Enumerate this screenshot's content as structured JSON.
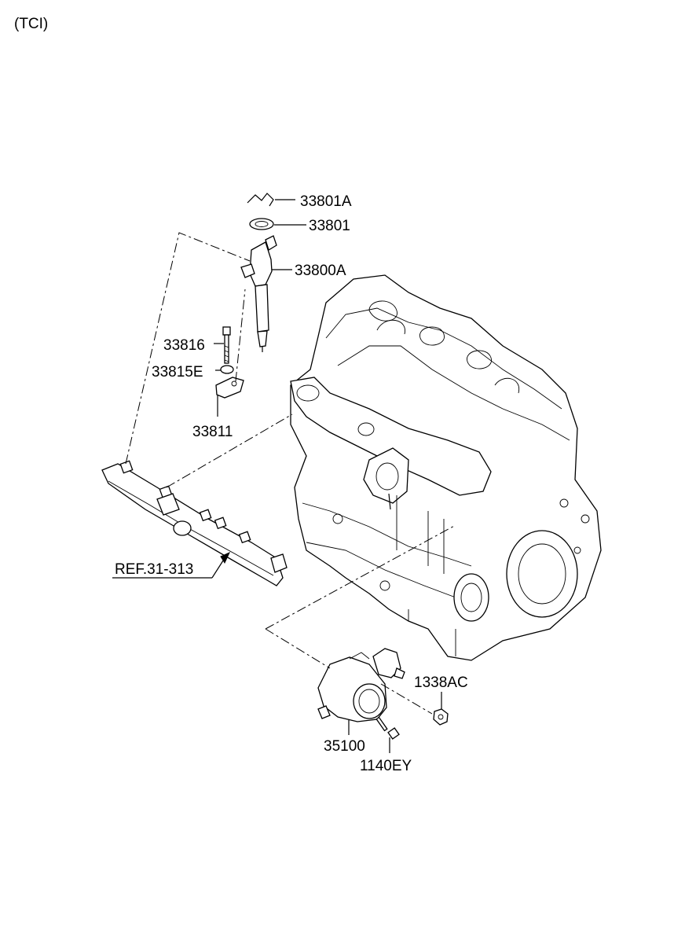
{
  "variant_label": "(TCI)",
  "callouts": {
    "c_33801A": "33801A",
    "c_33801": "33801",
    "c_33800A": "33800A",
    "c_33816": "33816",
    "c_33815E": "33815E",
    "c_33811": "33811",
    "c_ref": "REF.31-313",
    "c_1338AC": "1338AC",
    "c_35100": "35100",
    "c_1140EY": "1140EY"
  }
}
